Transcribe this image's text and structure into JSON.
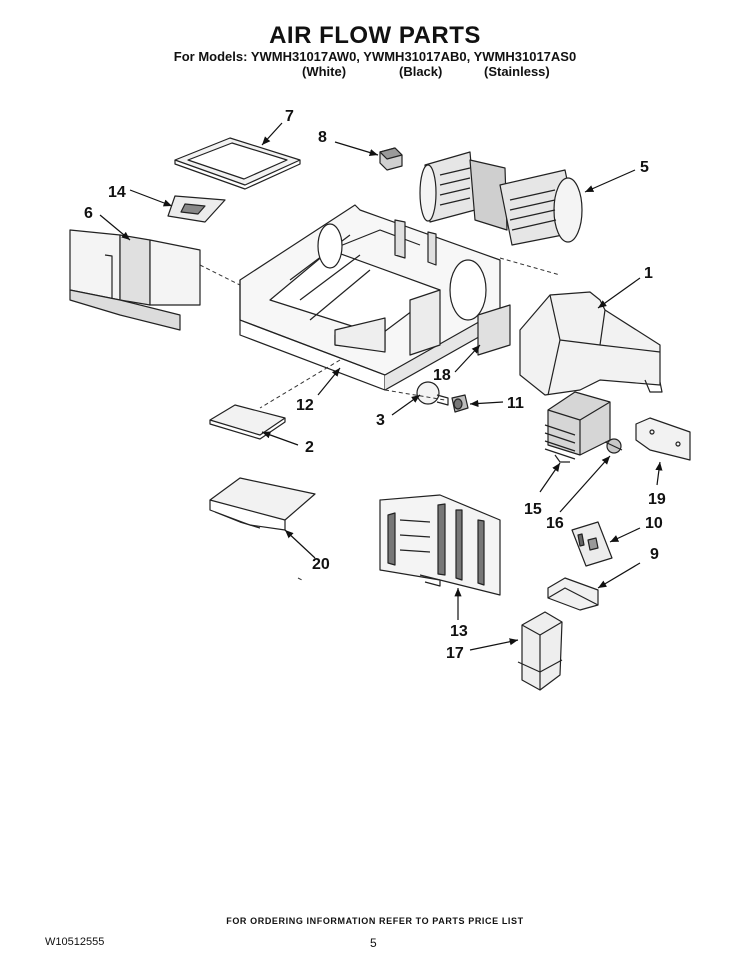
{
  "header": {
    "title": "AIR FLOW PARTS",
    "models_line": "For Models: YWMH31017AW0, YWMH31017AB0, YWMH31017AS0",
    "variant_white": "(White)",
    "variant_black": "(Black)",
    "variant_stainless": "(Stainless)"
  },
  "callouts": [
    "7",
    "8",
    "5",
    "14",
    "6",
    "1",
    "18",
    "11",
    "12",
    "3",
    "2",
    "15",
    "16",
    "10",
    "19",
    "20",
    "9",
    "13",
    "17"
  ],
  "footer": {
    "ordering_note": "FOR ORDERING INFORMATION REFER TO PARTS PRICE LIST",
    "document_number": "W10512555",
    "page_number": "5"
  }
}
